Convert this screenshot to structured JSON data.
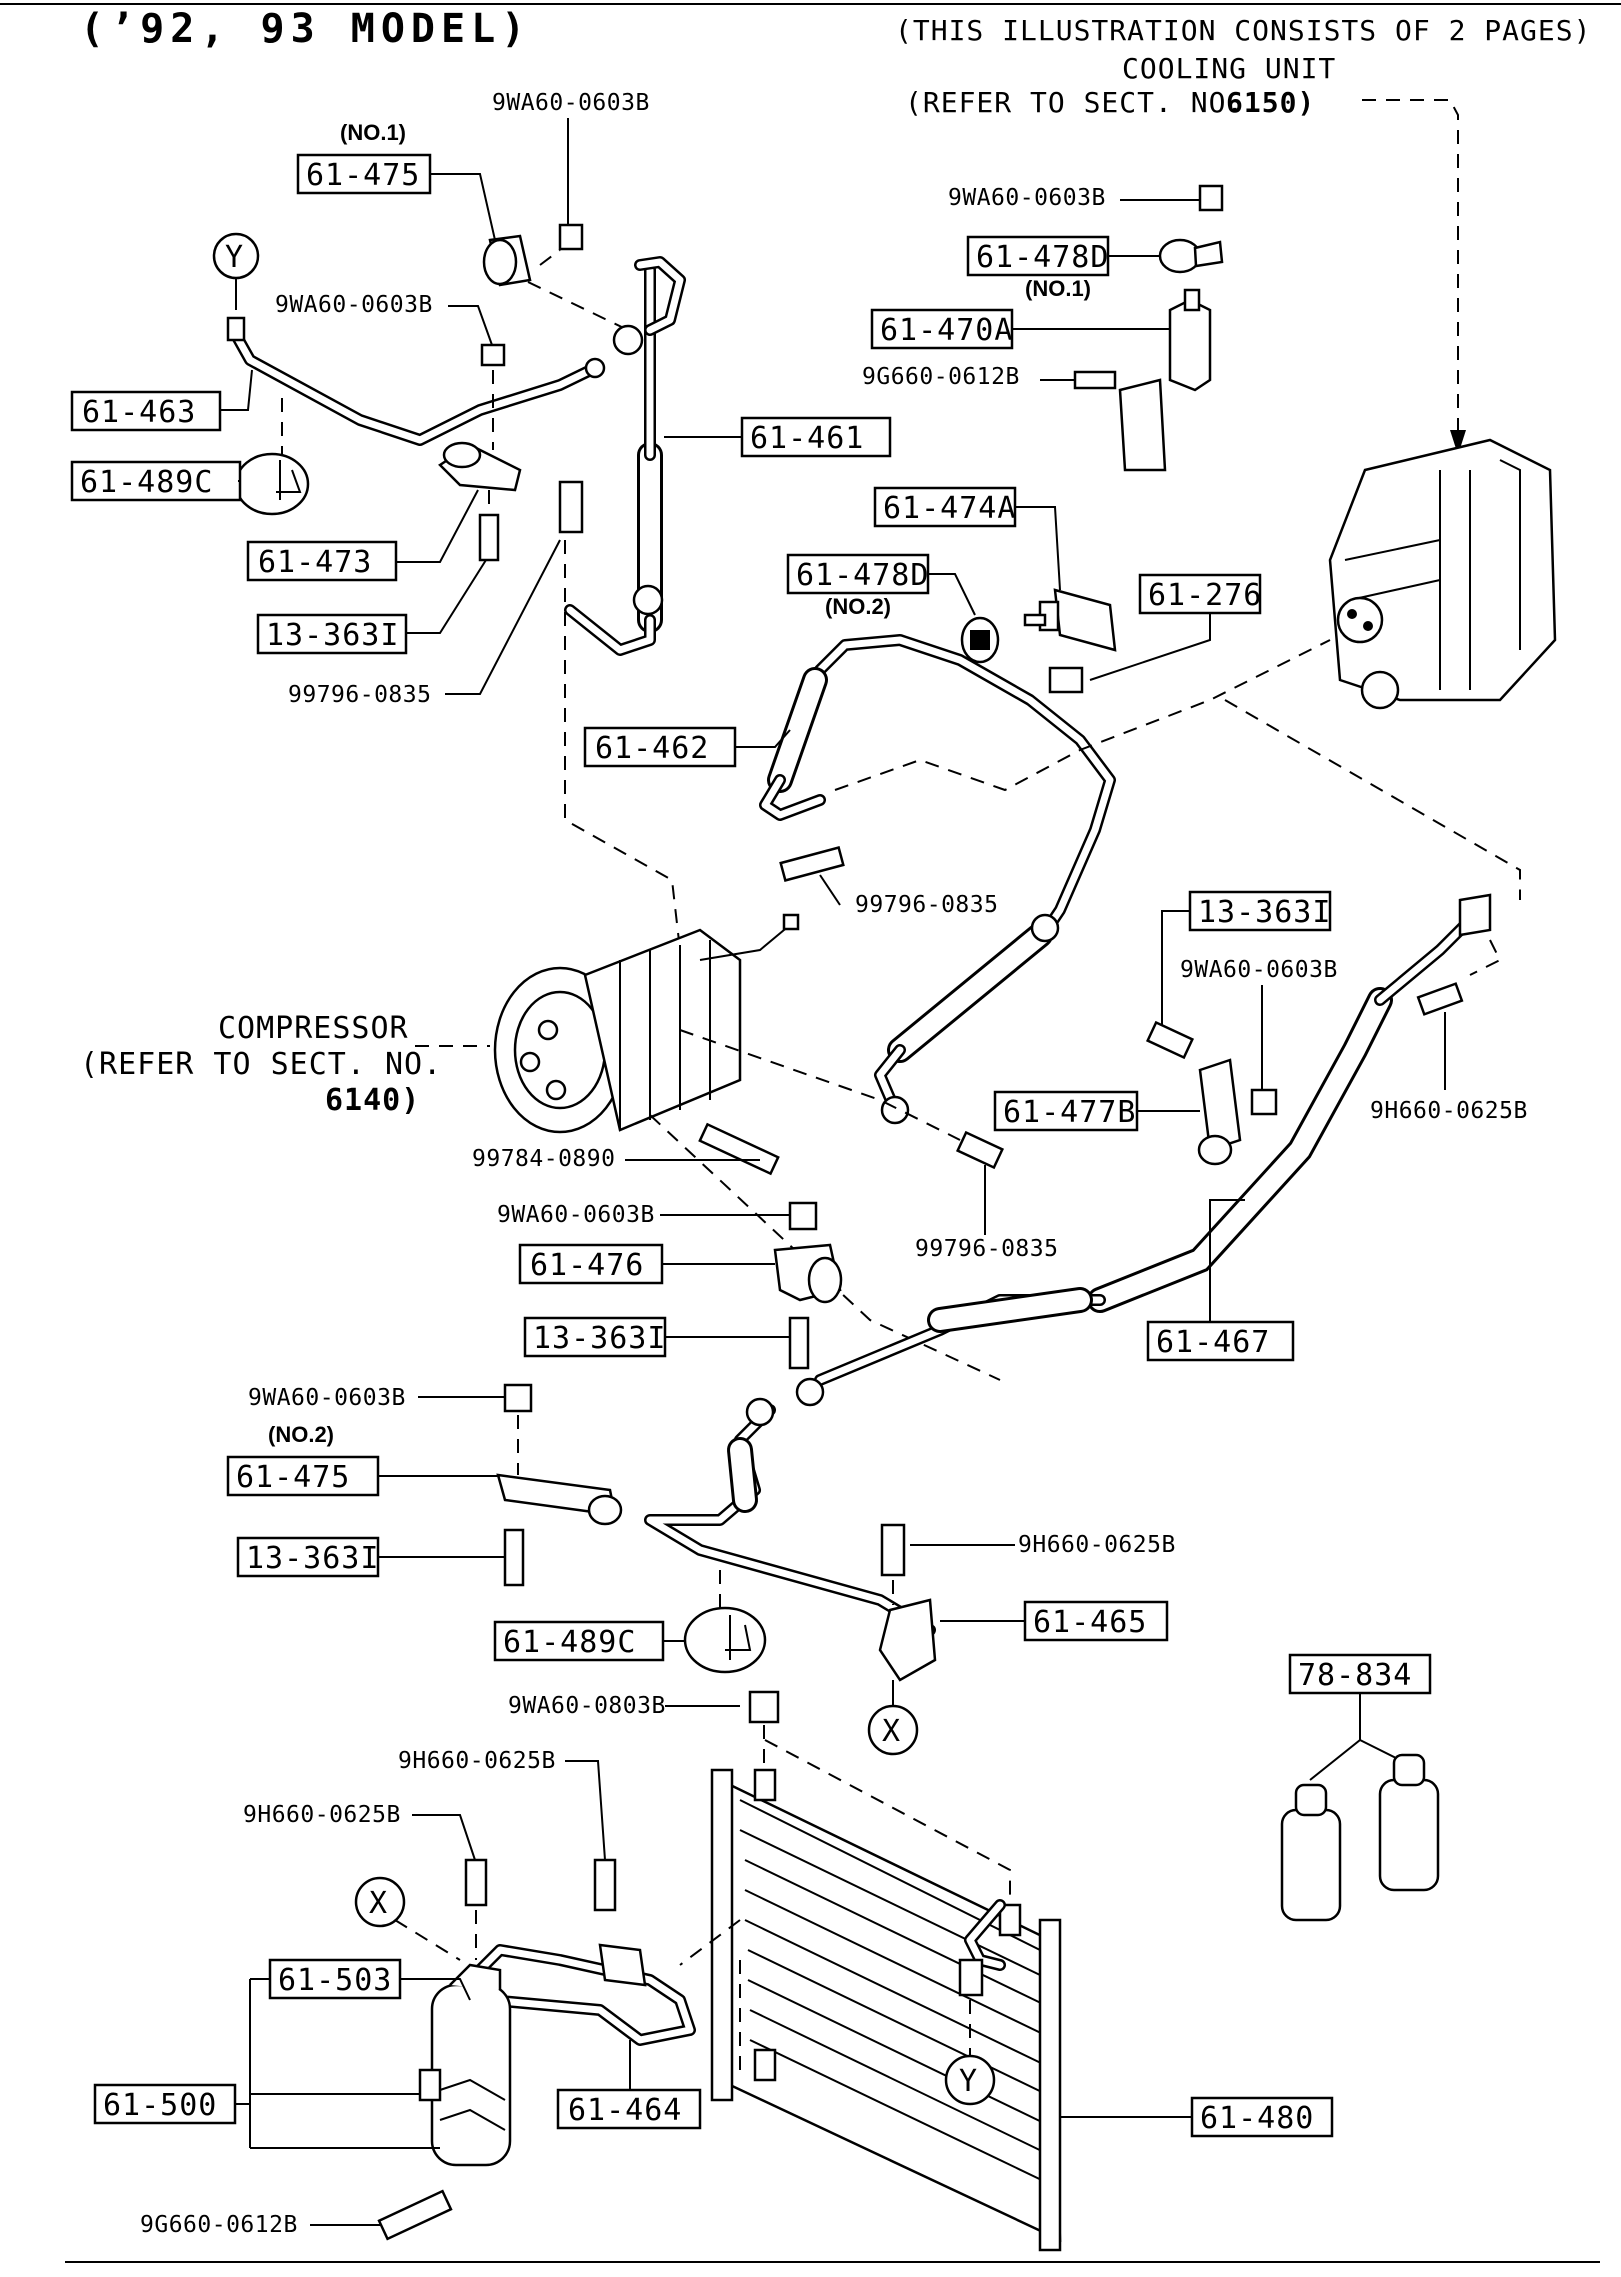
{
  "header": {
    "model": "(’92, 93 MODEL)",
    "pages_note": "(THIS ILLUSTRATION CONSISTS OF  2 PAGES)"
  },
  "references": {
    "cooling_unit_line1": "COOLING UNIT",
    "cooling_unit_line2": "(REFER TO SECT. NO.",
    "cooling_unit_sect": "6150)",
    "compressor_line1": "COMPRESSOR",
    "compressor_line2": "(REFER TO SECT. NO.",
    "compressor_line3": "6140)"
  },
  "markers": {
    "x": "X",
    "y": "Y"
  },
  "notes": {
    "no1": "(NO.1)",
    "no2": "(NO.2)"
  },
  "parts": {
    "p61_475": "61-475",
    "p61_463": "61-463",
    "p61_489c": "61-489C",
    "p61_473": "61-473",
    "p13_363i": "13-363I",
    "p61_461": "61-461",
    "p61_478d": "61-478D",
    "p61_470a": "61-470A",
    "p61_474a": "61-474A",
    "p61_276": "61-276",
    "p61_462": "61-462",
    "p61_477b": "61-477B",
    "p61_476": "61-476",
    "p61_467": "61-467",
    "p61_465": "61-465",
    "p78_834": "78-834",
    "p61_503": "61-503",
    "p61_500": "61-500",
    "p61_464": "61-464",
    "p61_480": "61-480"
  },
  "hardware": {
    "h9wa60_0603b": "9WA60-0603B",
    "h9g660_0612b": "9G660-0612B",
    "h99796_0835": "99796-0835",
    "h99784_0890": "99784-0890",
    "h9h660_0625b": "9H660-0625B",
    "h9wa60_0803b": "9WA60-0803B"
  }
}
